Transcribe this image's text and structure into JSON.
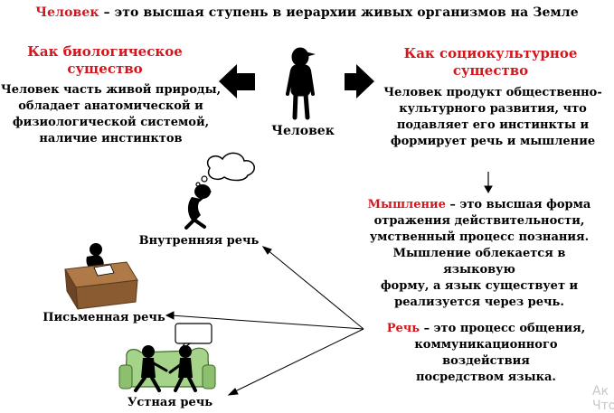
{
  "title": {
    "term": "Человек",
    "rest": " – это высшая ступень в иерархии живых организмов на Земле"
  },
  "biological": {
    "heading_line1": "Как биологическое",
    "heading_line2": "существо",
    "lines": [
      "Человек часть живой природы,",
      "обладает анатомической и",
      "физиологической системой,",
      "наличие инстинктов"
    ]
  },
  "sociocultural": {
    "heading_line1": "Как социокультурное",
    "heading_line2": "существо",
    "lines": [
      "Человек продукт общественно-",
      "культурного развития, что",
      "подавляет его инстинкты и",
      "формирует речь и мышление"
    ]
  },
  "person_label": "Человек",
  "thinking": {
    "term": "Мышление",
    "first_rest": " – это высшая форма",
    "lines": [
      "отражения действительности,",
      "умственный процесс познания.",
      "Мышление облекается в языковую",
      "форму, а язык существует и",
      "реализуется через речь."
    ]
  },
  "speech": {
    "term": "Речь",
    "first_rest": " – это процесс общения,",
    "lines": [
      "коммуникационного воздействия",
      "посредством языка."
    ]
  },
  "speech_types": {
    "inner": "Внутренняя речь",
    "written": "Письменная речь",
    "oral": "Устная речь"
  },
  "watermark": {
    "line1": "Ак",
    "line2": "Чтo"
  },
  "colors": {
    "accent_red": "#d4161c",
    "sofa_green": "#a5d38a",
    "desk_brown": "#9c6a3f"
  }
}
